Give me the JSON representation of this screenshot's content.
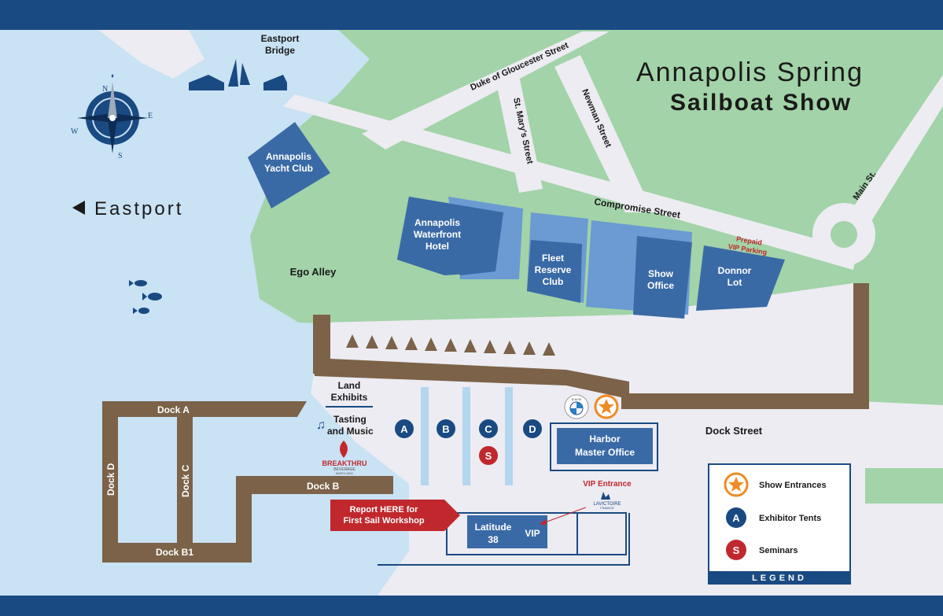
{
  "title": {
    "line1": "Annapolis Spring",
    "line2": "Sailboat Show"
  },
  "colors": {
    "navy": "#1a4a82",
    "water": "#c9e2f4",
    "land": "#a3d3a8",
    "road": "#ececf2",
    "building_dark": "#3a6aa6",
    "building_light": "#6b9bd2",
    "dock": "#7b6248",
    "tent_strip": "#b4d6ef",
    "red": "#c0282d",
    "orange": "#f08a24"
  },
  "labels": {
    "eastport_bridge": [
      "Eastport",
      "Bridge"
    ],
    "eastport": "Eastport",
    "ego_alley": "Ego Alley",
    "dock_street": "Dock Street",
    "compass": {
      "N": "N",
      "E": "E",
      "S": "S",
      "W": "W"
    }
  },
  "streets": {
    "duke": "Duke of Gloucester Street",
    "st_marys": "St. Mary's Street",
    "newman": "Newman Street",
    "compromise": "Compromise Street",
    "main": "Main St."
  },
  "buildings": {
    "yacht_club": [
      "Annapolis",
      "Yacht Club"
    ],
    "hotel": [
      "Annapolis",
      "Waterfront",
      "Hotel"
    ],
    "fleet": [
      "Fleet",
      "Reserve",
      "Club"
    ],
    "show_office": [
      "Show",
      "Office"
    ],
    "donnor": [
      "Donnor",
      "Lot"
    ],
    "harbor": [
      "Harbor",
      "Master Office"
    ],
    "latitude": [
      "Latitude",
      "38"
    ],
    "vip": "VIP"
  },
  "prepaid": [
    "Prepaid",
    "VIP Parking"
  ],
  "docks": {
    "a": "Dock A",
    "b": "Dock B",
    "b1": "Dock B1",
    "c": "Dock C",
    "d": "Dock D"
  },
  "land_exhibits": [
    "Land",
    "Exhibits"
  ],
  "tasting": [
    "Tasting",
    "and Music"
  ],
  "music_icon": "♫",
  "tents": [
    "A",
    "B",
    "C",
    "D"
  ],
  "seminar": "S",
  "vip_entrance": "VIP Entrance",
  "sponsors": {
    "breakthru": [
      "BREAKTHRU",
      "BEVERAGE",
      "MARYLAND"
    ],
    "bmw": "B M W",
    "lavictoire": [
      "LAVICTOIRE",
      "FINANCE"
    ]
  },
  "report_banner": [
    "Report HERE for",
    "First Sail Workshop"
  ],
  "legend": {
    "title": "LEGEND",
    "items": [
      {
        "symbol": "star-icon",
        "label": "Show Entrances"
      },
      {
        "symbol": "A",
        "label": "Exhibitor Tents"
      },
      {
        "symbol": "S",
        "label": "Seminars"
      }
    ]
  }
}
